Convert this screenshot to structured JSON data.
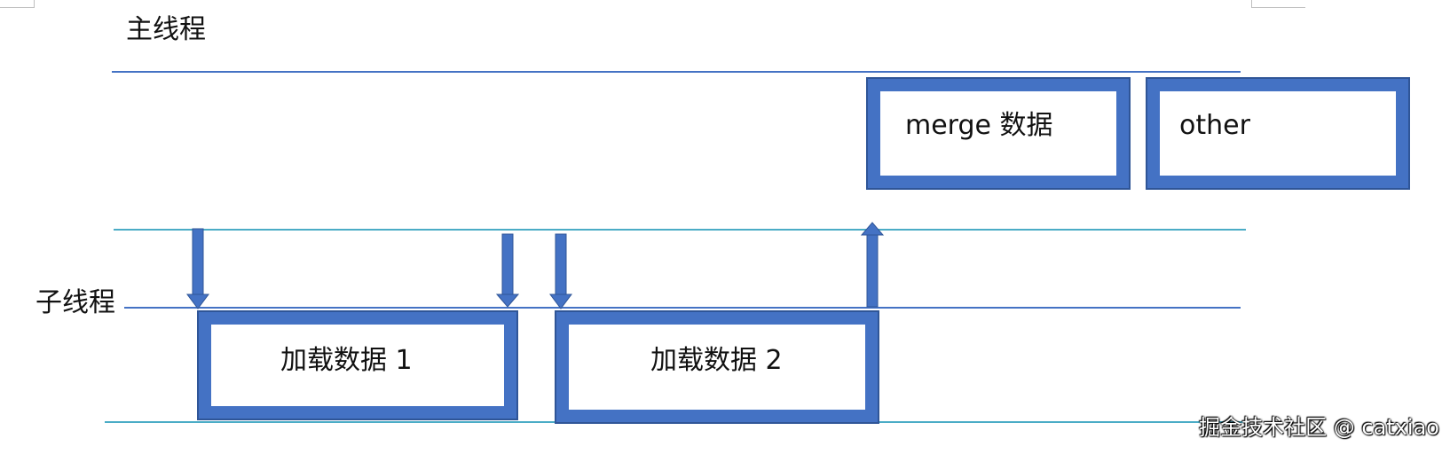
{
  "labels": {
    "main_thread": "主线程",
    "sub_thread": "子线程"
  },
  "boxes": {
    "load_data_1": "加载数据 1",
    "load_data_2": "加载数据 2",
    "merge_data": "merge 数据",
    "other": "other"
  },
  "watermark": "掘金技术社区 @ catxiao",
  "colors": {
    "box_fill": "#4472c4",
    "box_edge": "#2f5597",
    "main_line": "#4472c4",
    "sub_line_teal": "#4bacc6",
    "arrow": "#4472c4"
  }
}
